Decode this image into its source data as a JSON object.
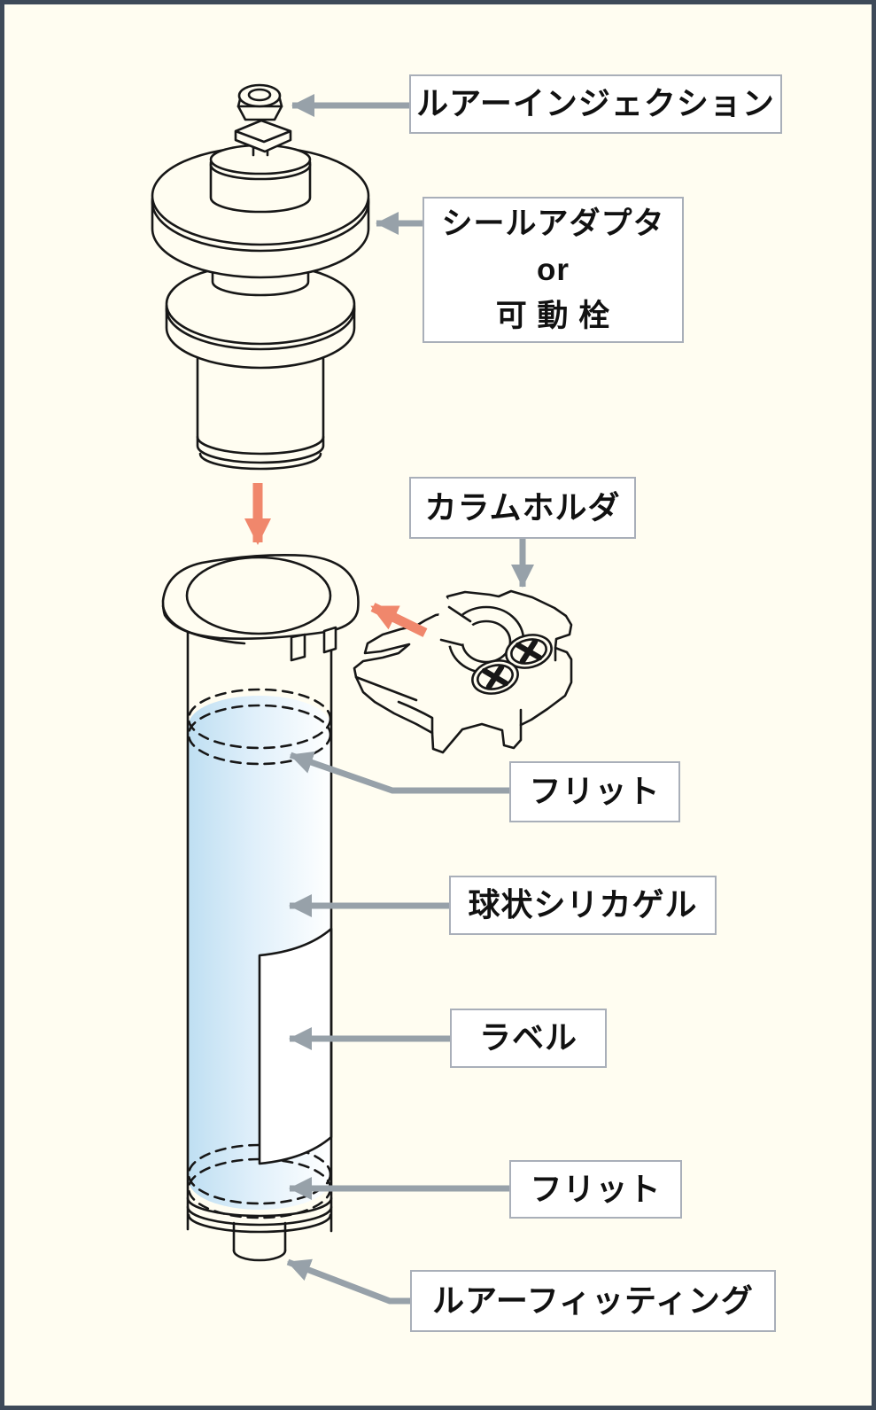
{
  "page": {
    "background_color": "#FFFDF1",
    "frame_color": "#3E4A59"
  },
  "colors": {
    "callout_border": "#A9AFB9",
    "callout_background": "#FFFFFF",
    "gray_arrow": "#97A1A9",
    "orange_arrow": "#F0876C",
    "line_art": "#171717",
    "gel_gradient_left": "#BFDFF2",
    "gel_gradient_right": "#FEFFFF",
    "text": "#111111"
  },
  "callouts": {
    "luer_injection": "ルアーインジェクション",
    "seal_adapter": "シールアダプタ\nor\n可 動 栓",
    "column_holder": "カラムホルダ",
    "frit_top": "フリット",
    "silica_gel": "球状シリカゲル",
    "label": "ラベル",
    "frit_bottom": "フリット",
    "luer_fitting": "ルアーフィッティング"
  }
}
